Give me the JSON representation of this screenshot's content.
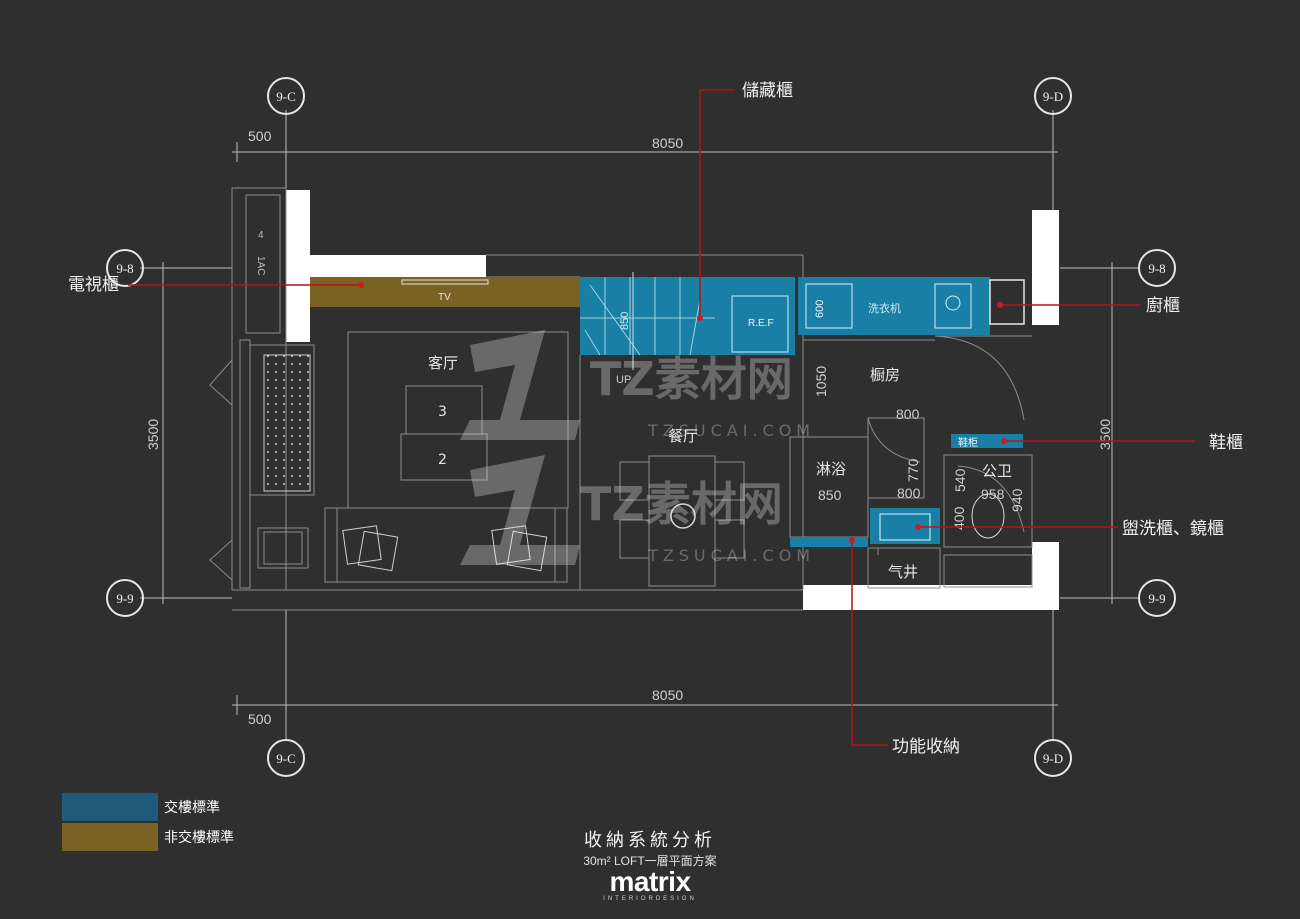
{
  "axes": {
    "left_top": "9-C",
    "right_top": "9-D",
    "left_mid": "9-8",
    "right_mid": "9-8",
    "left_low": "9-9",
    "right_low": "9-9",
    "left_bottom": "9-C",
    "right_bottom": "9-D"
  },
  "dimensions": {
    "top_offset": "500",
    "top_span": "8050",
    "bottom_offset": "500",
    "bottom_span": "8050",
    "left_height": "3500",
    "right_height": "3500",
    "stair_width": "850",
    "kitchen_passage": "1050",
    "shower_width": "800",
    "shower_depth": "770",
    "shower_inner": "850",
    "basin_width": "800",
    "wc_depth": "540",
    "wc_width": "958",
    "wc_inner": "940",
    "basin_depth": "400",
    "sink_width": "600"
  },
  "rooms": {
    "living": "客厅",
    "dining": "餐厅",
    "kitchen": "橱房",
    "shower": "淋浴",
    "wc": "公卫",
    "shaft": "气井"
  },
  "fixtures": {
    "tv": "TV",
    "fridge": "R.E.F",
    "stair_up": "UP",
    "washer": "洗衣机",
    "shoe_inner": "鞋柜",
    "ac_count": "4",
    "ac_label": "1AC",
    "seat_3": "3",
    "seat_2": "2"
  },
  "callouts": {
    "tv_cabinet": "電視櫃",
    "storage_cabinet": "儲藏櫃",
    "kitchen_cabinet": "廚櫃",
    "shoe_cabinet": "鞋櫃",
    "basin_mirror": "盥洗櫃、鏡櫃",
    "function_storage": "功能收納"
  },
  "watermark": {
    "brand": "TZ素材网",
    "domain": "TZSUCAI.COM"
  },
  "legend": [
    {
      "label": "交樓標準",
      "color": "#1f5a78"
    },
    {
      "label": "非交樓標準",
      "color": "#7a6224"
    }
  ],
  "colors": {
    "background": "#2f2f30",
    "delivery_blue": "#1a7fa5",
    "non_delivery_gold": "#7a6224",
    "leader_red": "#b8121a",
    "wall": "#ffffff"
  },
  "footer": {
    "title": "收納系統分析",
    "subtitle": "30m² LOFT一層平面方案",
    "brand": "matrix",
    "brand_sub": "INTERIORDESIGN"
  }
}
